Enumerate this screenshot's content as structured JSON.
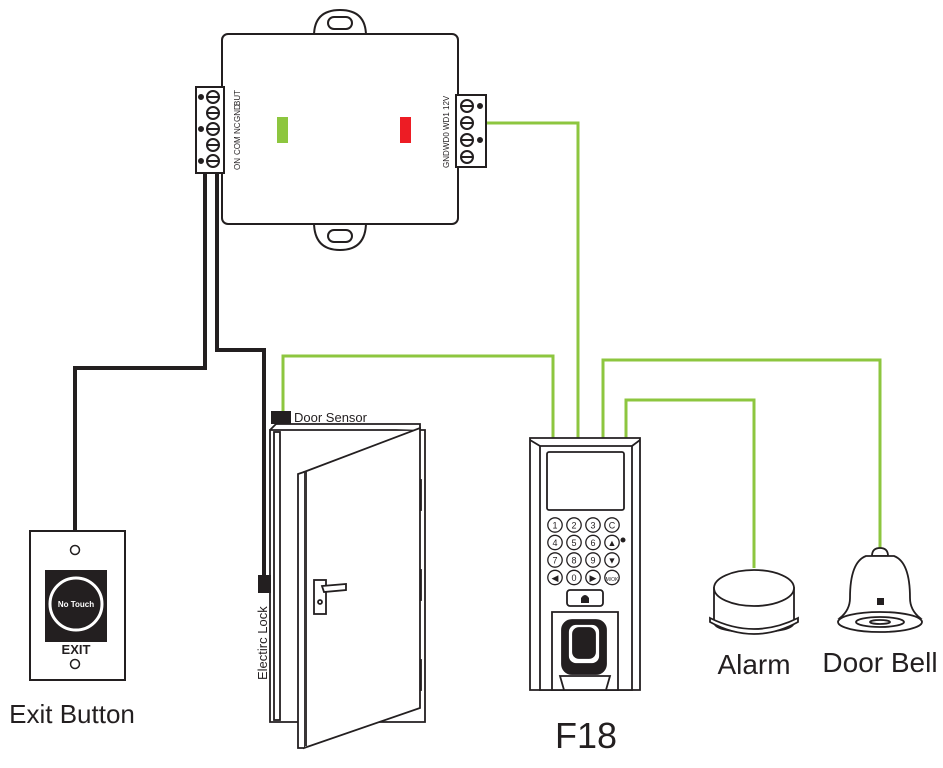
{
  "labels": {
    "exit_button": "Exit Button",
    "electric_lock": "Electirc Lock",
    "door_sensor": "Door Sensor",
    "device": "F18",
    "alarm": "Alarm",
    "door_bell": "Door Bell"
  },
  "exit_panel": {
    "button_text": "No Touch",
    "exit_text": "EXIT"
  },
  "controller": {
    "left_terminals": [
      "ON",
      "COM",
      "NC",
      "GND",
      "BUT"
    ],
    "right_terminals": [
      "GND",
      "WD0",
      "WD1",
      "12V"
    ],
    "led_left_color": "#8dc63f",
    "led_right_color": "#ed1c24"
  },
  "keypad": {
    "keys": [
      "1",
      "2",
      "3",
      "C",
      "4",
      "5",
      "6",
      "▲",
      "7",
      "8",
      "9",
      "▼",
      "◀",
      "0",
      "▶",
      "M/OK"
    ],
    "bell_symbol": "🔔"
  },
  "colors": {
    "wire_green": "#8dc63f",
    "wire_black": "#231f20",
    "outline": "#231f20"
  }
}
